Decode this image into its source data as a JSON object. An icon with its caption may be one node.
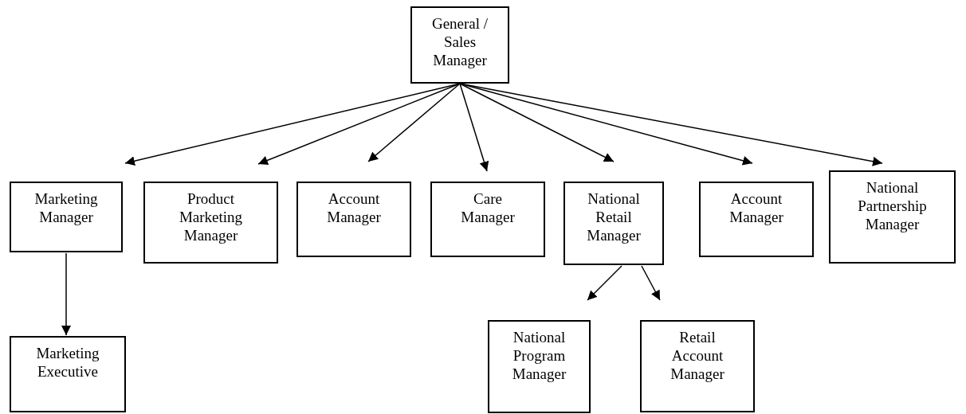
{
  "diagram": {
    "nodes": [
      {
        "text": [
          "General / Sales Manager"
        ]
      },
      {
        "text": [
          "Marketing Manager"
        ]
      },
      {
        "text": [
          "Product Marketing Manager"
        ]
      },
      {
        "text": [
          "Account Manager"
        ]
      },
      {
        "text": [
          "Care Manager"
        ]
      },
      {
        "text": [
          "National Retail Manager"
        ]
      },
      {
        "text": [
          "Account Manager"
        ]
      },
      {
        "text": [
          "National Partnership Manager"
        ]
      },
      {
        "text": [
          "Marketing Executive"
        ]
      },
      {
        "text": [
          "National Program Manager"
        ]
      },
      {
        "text": [
          "Retail Account Manager"
        ]
      }
    ],
    "edges": [
      {
        "from": 0,
        "to": 1,
        "arrow": "to"
      },
      {
        "from": 0,
        "to": 2,
        "arrow": "to"
      },
      {
        "from": 0,
        "to": 3,
        "arrow": "to"
      },
      {
        "from": 0,
        "to": 4,
        "arrow": "to"
      },
      {
        "from": 0,
        "to": 5,
        "arrow": "to"
      },
      {
        "from": 0,
        "to": 6,
        "arrow": "to"
      },
      {
        "from": 0,
        "to": 7,
        "arrow": "to"
      },
      {
        "from": 1,
        "to": 8,
        "arrow": "to"
      },
      {
        "from": 5,
        "to": 9,
        "arrow": "to"
      },
      {
        "from": 5,
        "to": 10,
        "arrow": "to"
      }
    ]
  }
}
